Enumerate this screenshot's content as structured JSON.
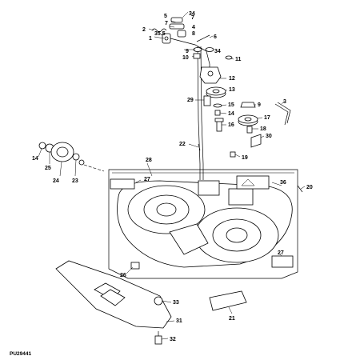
{
  "figure": {
    "part_number": "PU29441",
    "callouts": [
      "1",
      "2",
      "3",
      "4",
      "5",
      "6",
      "7",
      "8",
      "9",
      "10",
      "11",
      "12",
      "13",
      "14",
      "15",
      "16",
      "17",
      "18",
      "19",
      "20",
      "21",
      "22",
      "23",
      "24",
      "25",
      "26",
      "27",
      "28",
      "29",
      "30",
      "31",
      "32",
      "33",
      "34",
      "35.5",
      "36"
    ],
    "labels": {
      "c1": "1",
      "c2": "2",
      "c3": "3",
      "c4": "4",
      "c5": "5",
      "c6": "6",
      "c7a": "7",
      "c7b": "7",
      "c8": "8",
      "c9a": "9",
      "c9b": "9",
      "c10": "10",
      "c11": "11",
      "c12": "12",
      "c13": "13",
      "c14a": "14",
      "c14b": "14",
      "c15": "15",
      "c16": "16",
      "c17": "17",
      "c18": "18",
      "c19": "19",
      "c20": "20",
      "c21": "21",
      "c22": "22",
      "c23": "23",
      "c24": "24",
      "c25": "25",
      "c26": "26",
      "c27a": "27",
      "c27b": "27",
      "c28": "28",
      "c29": "29",
      "c30": "30",
      "c31": "31",
      "c32": "32",
      "c33": "33",
      "c34a": "34",
      "c34b": "34",
      "c35": "35.5",
      "c36": "36"
    }
  }
}
